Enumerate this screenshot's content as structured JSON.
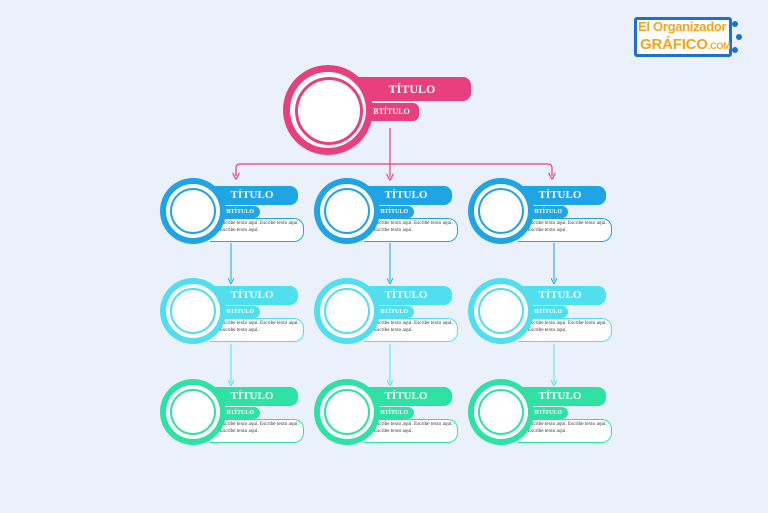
{
  "logo": {
    "line1": "El Organizador",
    "line2": "GRÁFICO",
    "line2_suffix": ".COM"
  },
  "root": {
    "title": "TÍTULO",
    "subtitle": "SUBTÍTULO",
    "color": "#e8407e"
  },
  "colors": {
    "row1": "#1fa4e4",
    "row2": "#4fdfee",
    "row3": "#2ee2a4",
    "pink": "#e8407e"
  },
  "rows": [
    {
      "nodes": [
        {
          "title": "TÍTULO",
          "subtitle": "SUBTÍTULO",
          "text": "Escribe texto aquí. Escribe texto aquí. Escribe texto aquí."
        },
        {
          "title": "TÍTULO",
          "subtitle": "SUBTÍTULO",
          "text": "Escribe texto aquí. Escribe texto aquí. Escribe texto aquí."
        },
        {
          "title": "TÍTULO",
          "subtitle": "SUBTÍTULO",
          "text": "Escribe texto aquí. Escribe texto aquí. Escribe texto aquí."
        }
      ]
    },
    {
      "nodes": [
        {
          "title": "TÍTULO",
          "subtitle": "SUBTÍTULO",
          "text": "Escribe texto aquí. Escribe texto aquí. Escribe texto aquí."
        },
        {
          "title": "TÍTULO",
          "subtitle": "SUBTÍTULO",
          "text": "Escribe texto aquí. Escribe texto aquí. Escribe texto aquí."
        },
        {
          "title": "TÍTULO",
          "subtitle": "SUBTÍTULO",
          "text": "Escribe texto aquí. Escribe texto aquí. Escribe texto aquí."
        }
      ]
    },
    {
      "nodes": [
        {
          "title": "TÍTULO",
          "subtitle": "SUBTÍTULO",
          "text": "Escribe texto aquí. Escribe texto aquí. Escribe texto aquí."
        },
        {
          "title": "TÍTULO",
          "subtitle": "SUBTÍTULO",
          "text": "Escribe texto aquí. Escribe texto aquí. Escribe texto aquí."
        },
        {
          "title": "TÍTULO",
          "subtitle": "SUBTÍTULO",
          "text": "Escribe texto aquí. Escribe texto aquí. Escribe texto aquí."
        }
      ]
    }
  ]
}
